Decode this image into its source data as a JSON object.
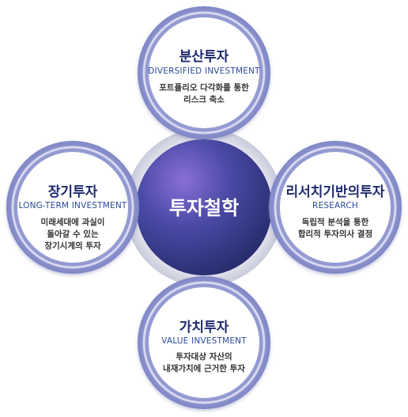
{
  "center": {
    "label": "투자철학"
  },
  "nodes": {
    "top": {
      "title": "분산투자",
      "subtitle": "DIVERSIFIED INVESTMENT",
      "desc_line1": "포트폴리오 다각화를 통한",
      "desc_line2": "리스크 축소"
    },
    "left": {
      "title": "장기투자",
      "subtitle": "LONG-TERM INVESTMENT",
      "desc_line1": "미래세대에 과실이",
      "desc_line2": "돌아갈 수 있는",
      "desc_line3": "장기시계의 투자"
    },
    "right": {
      "title": "리서치기반의투자",
      "subtitle": "RESEARCH",
      "desc_line1": "독립적 분석을 통한",
      "desc_line2": "합리적 투자의사 결정"
    },
    "bottom": {
      "title": "가치투자",
      "subtitle": "VALUE INVESTMENT",
      "desc_line1": "투자대상 자산의",
      "desc_line2": "내재가치에 근거한 투자"
    }
  },
  "colors": {
    "ring_outer": "#9aa0d4",
    "ring_inner": "#c7cbea",
    "center_dark": "#2b3376",
    "center_light": "#6b5cc7",
    "center_halo": "#e3e4ee",
    "title_text": "#1e2a6e",
    "subtitle_text": "#2d4a9a"
  }
}
